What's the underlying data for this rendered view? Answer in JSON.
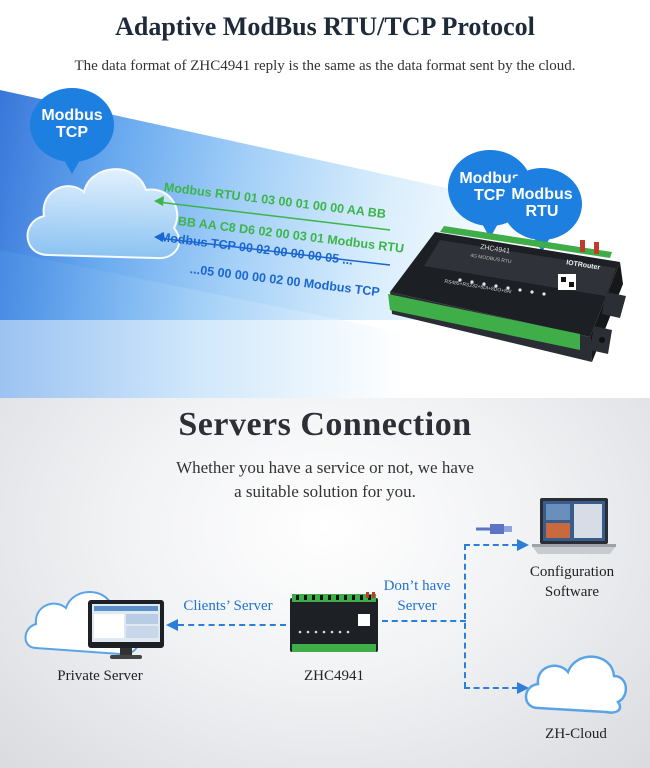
{
  "protocol_section": {
    "title": "Adaptive ModBus RTU/TCP Protocol",
    "subtitle": "The data format of ZHC4941 reply is the same as the data format sent by the cloud.",
    "cloud_bubble": {
      "line1": "Modbus",
      "line2": "TCP"
    },
    "device_bubble_tcp": {
      "line1": "Modbus",
      "line2": "TCP"
    },
    "device_bubble_rtu": {
      "line1": "Modbus",
      "line2": "RTU"
    },
    "messages": [
      "Modbus RTU 01 03 00 01 00 00 AA BB",
      "BB AA C8  D6 02 00 03 01 Modbus RTU",
      "Modbus TCP 00 02 00 00 00 05 ...",
      "...05 00 00 00 02 00 Modbus TCP"
    ],
    "device_labels": {
      "model": "ZHC4941",
      "desc": "4G MODBUS RTU",
      "brand": "IOTRouter",
      "ports": "RS485+RS232+8DI+8DO+8AI"
    },
    "colors": {
      "rtu": "#3bb54a",
      "tcp": "#1a66d2",
      "bubble": "#1d7fe0"
    }
  },
  "servers_section": {
    "title": "Servers Connection",
    "subtitle_line1": "Whether you have a service or not, we have",
    "subtitle_line2": "a suitable solution for you.",
    "private_server_label": "Private Server",
    "clients_server_label": "Clients’ Server",
    "device_label": "ZHC4941",
    "dont_have_line1": "Don’t have",
    "dont_have_line2": "Server",
    "config_label_line1": "Configuration",
    "config_label_line2": "Software",
    "cloud_label": "ZH-Cloud",
    "line_color": "#2b7fd6"
  }
}
